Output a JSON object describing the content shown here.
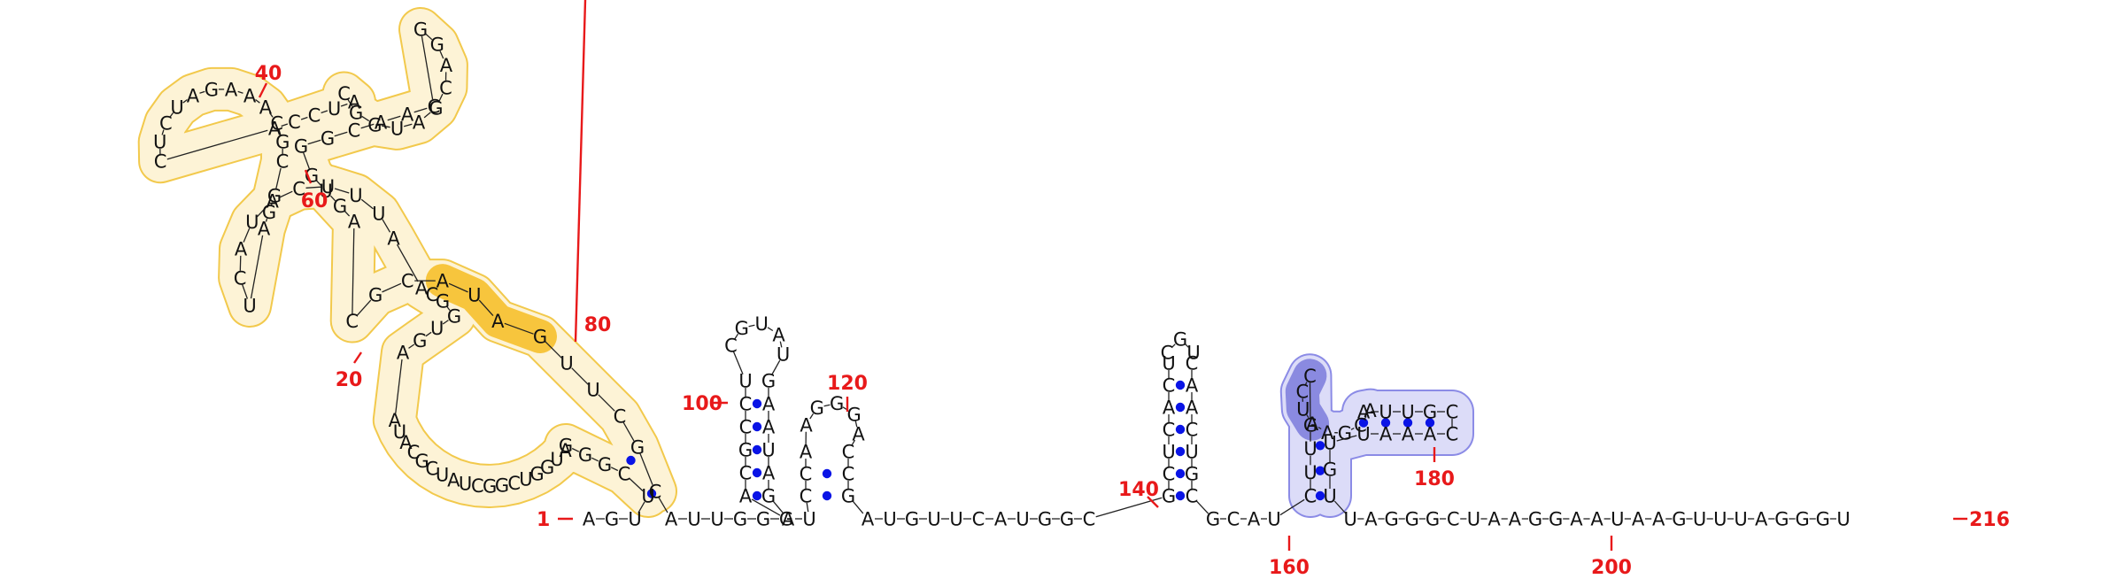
{
  "diagram": {
    "type": "rna-secondary-structure",
    "sequence": "AGUUCGGGAUGGUCGGCUAUCGCAUAAGUGGCAAUUUCAUACUAGGCGCAAAGAUCUCACCUACGGUAGCAGGCAACGGGUGACGCAUAGUUCGCAUUGGGACGCCUCGUAUGAAUAGAUCCAAGGGACCGAUGUUCAUGGCGCUCACUCGUCAACUGCGCAUCUUGCCUAAGCAAUUGCCAAAUUGUUAGGGCUAAGGAAUAAGUUUAGGGU",
    "position_labels": [
      "1",
      "20",
      "40",
      "60",
      "80",
      "100",
      "120",
      "140",
      "160",
      "180",
      "200",
      "216"
    ],
    "highlight_colors": {
      "domain_a_fill": "#fdf3d6",
      "domain_a_stroke": "#f2c94c",
      "domain_a_strong": "#f7c53d",
      "domain_b_fill": "#dcdcf8",
      "domain_b_stroke": "#8b8be6",
      "domain_b_strong": "#8a8ae0",
      "base_pair": "#0a14e6",
      "number": "#e8191a"
    }
  }
}
